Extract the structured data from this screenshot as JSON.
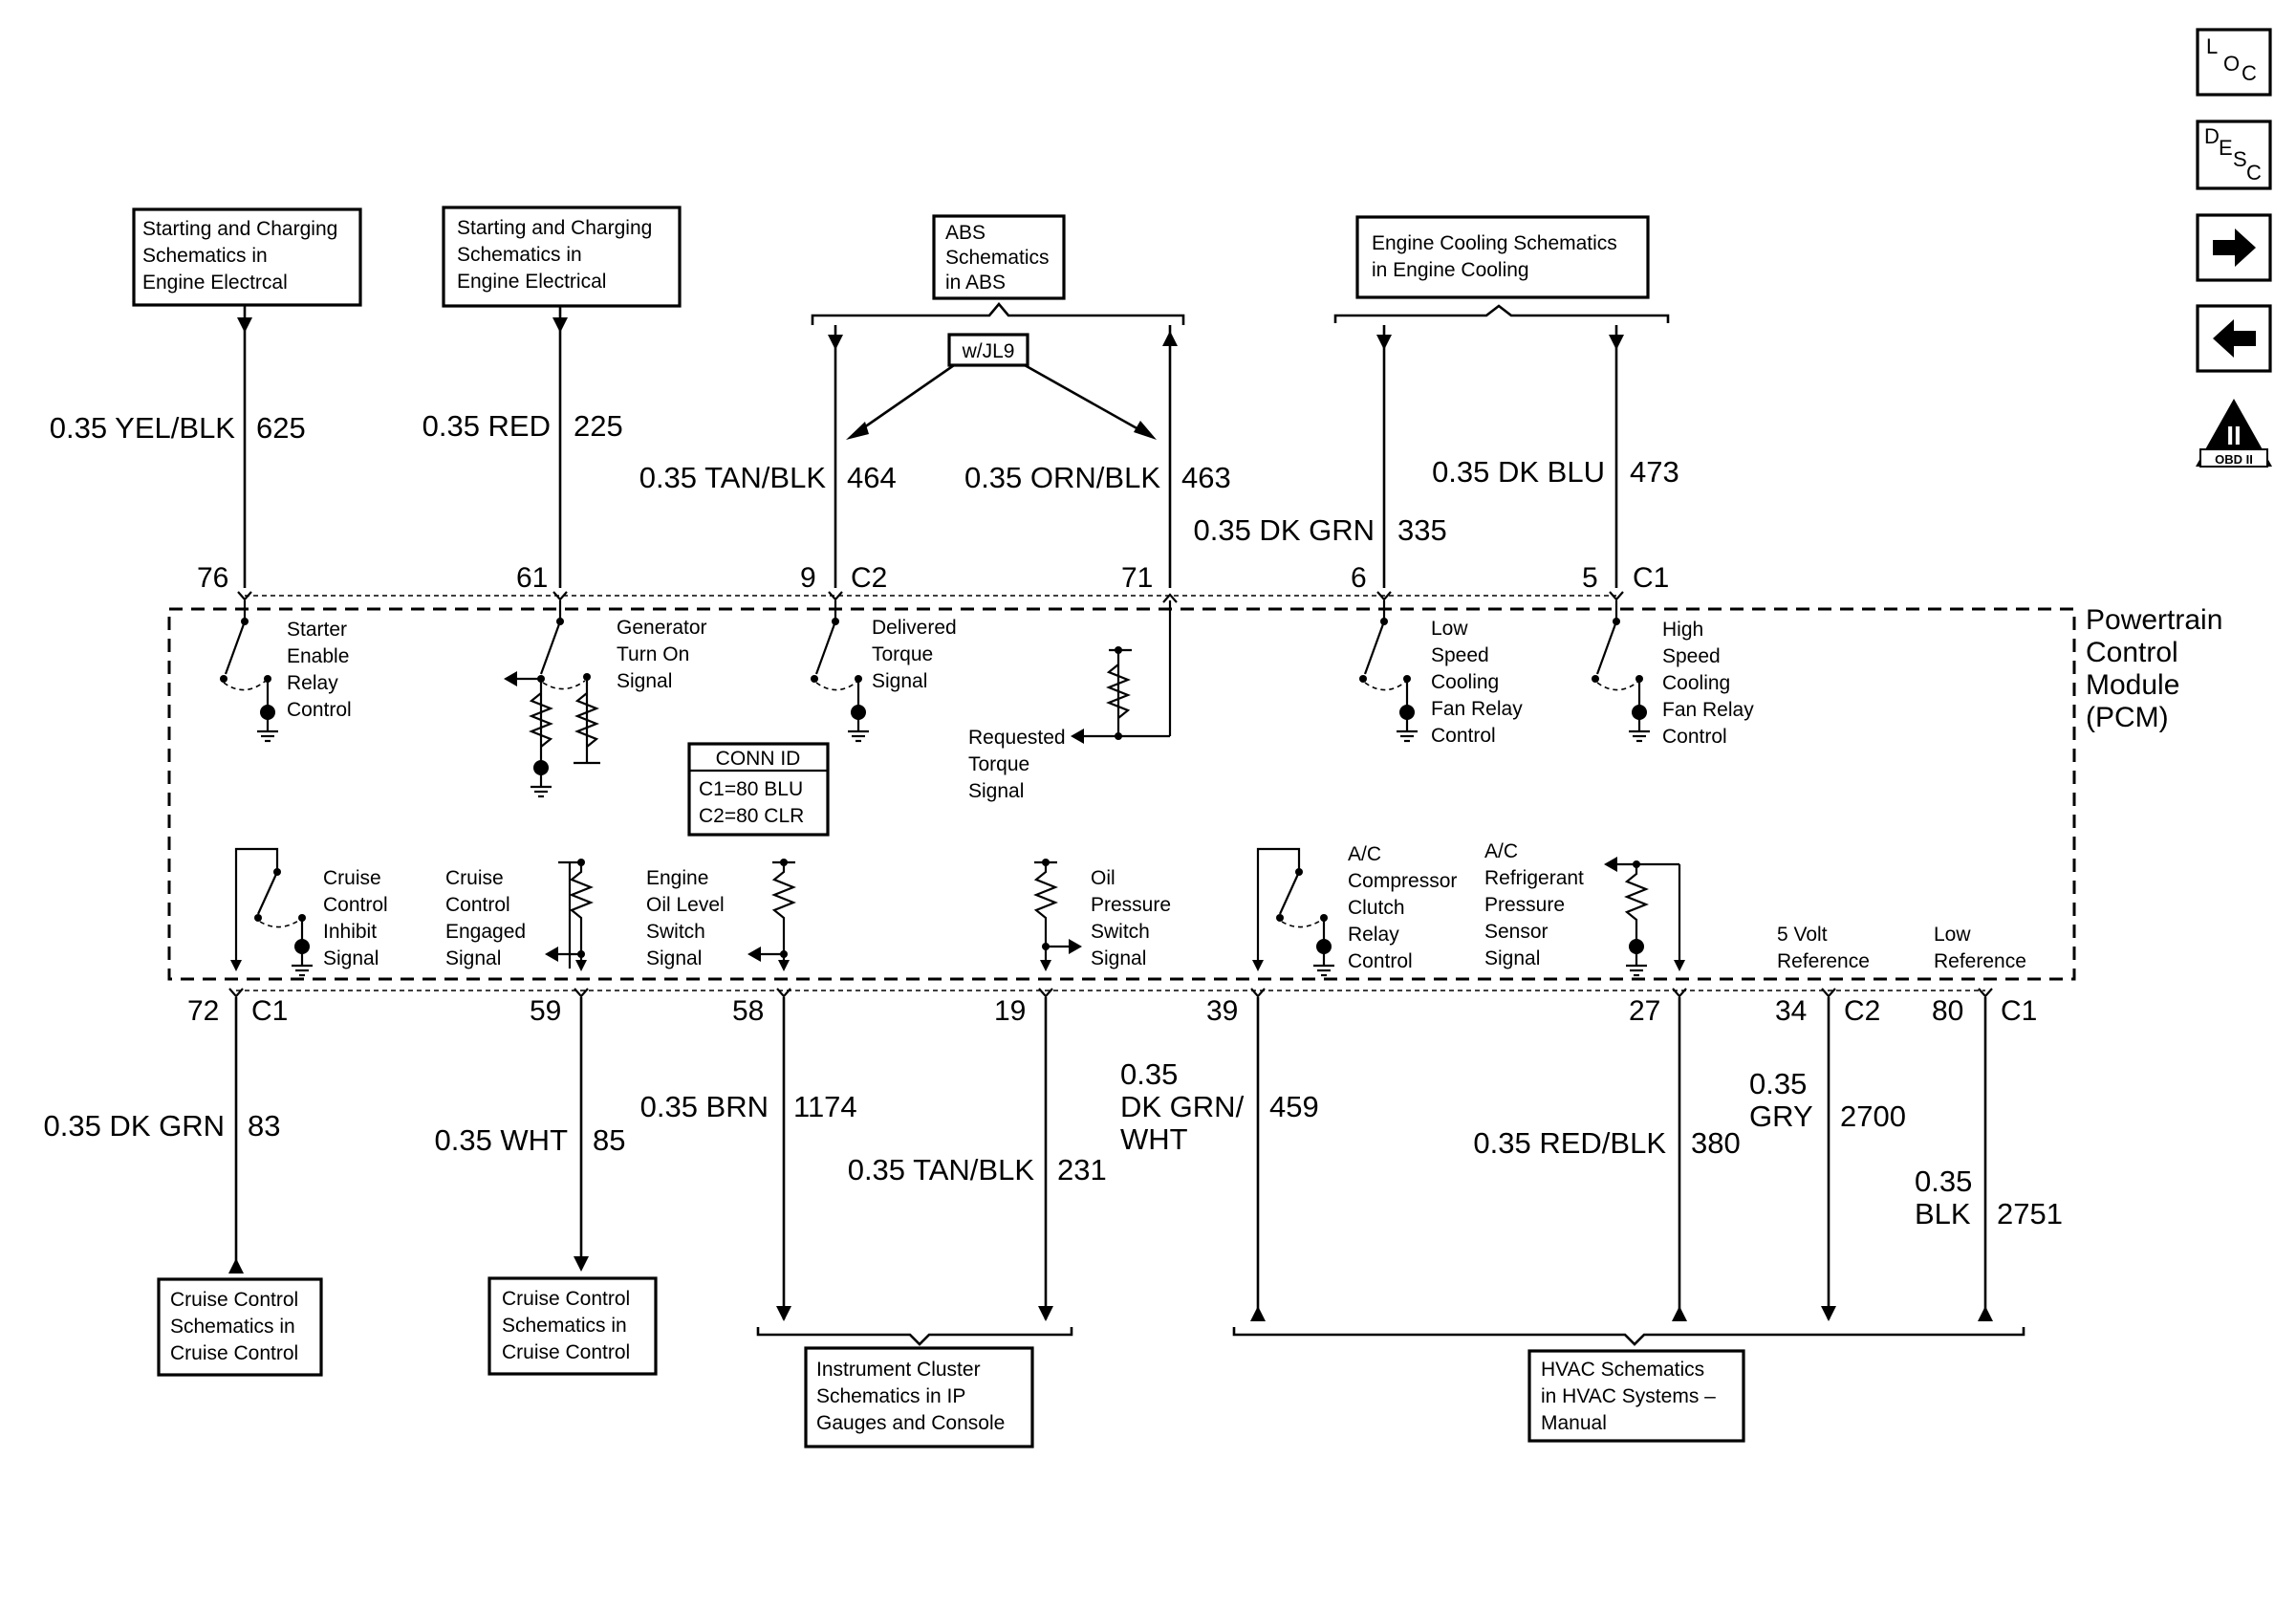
{
  "destination_boxes": {
    "starting_charging_1": [
      "Starting and Charging",
      "Schematics in",
      "Engine Electrcal"
    ],
    "starting_charging_2": [
      "Starting and Charging",
      "Schematics in",
      "Engine Electrical"
    ],
    "abs": [
      "ABS",
      "Schematics",
      "in ABS"
    ],
    "engine_cooling": [
      "Engine Cooling Schematics",
      "in Engine Cooling"
    ],
    "cruise_1": [
      "Cruise Control",
      "Schematics in",
      "Cruise Control"
    ],
    "cruise_2": [
      "Cruise Control",
      "Schematics in",
      "Cruise Control"
    ],
    "instrument_cluster": [
      "Instrument Cluster",
      "Schematics in IP",
      "Gauges and Console"
    ],
    "hvac": [
      "HVAC Schematics",
      "in HVAC Systems –",
      "Manual"
    ]
  },
  "option_tag": "w/JL9",
  "conn_id": {
    "title": "CONN ID",
    "c1": "C1=80 BLU",
    "c2": "C2=80 CLR"
  },
  "module_label": [
    "Powertrain",
    "Control",
    "Module",
    "(PCM)"
  ],
  "nav_icons": {
    "loc": [
      "L",
      "O",
      "C"
    ],
    "desc": [
      "D",
      "E",
      "S",
      "C"
    ],
    "obd": "OBD II",
    "obd_numeral": "II"
  },
  "top_circuits": {
    "starter_enable": {
      "wire": "0.35 YEL/BLK",
      "circuit": "625",
      "pin": "76",
      "label": [
        "Starter",
        "Enable",
        "Relay",
        "Control"
      ]
    },
    "generator_turn_on": {
      "wire": "0.35 RED",
      "circuit": "225",
      "pin": "61",
      "label": [
        "Generator",
        "Turn On",
        "Signal"
      ]
    },
    "delivered_torque": {
      "wire": "0.35 TAN/BLK",
      "circuit": "464",
      "pin": "9",
      "connector": "C2",
      "label": [
        "Delivered",
        "Torque",
        "Signal"
      ]
    },
    "requested_torque": {
      "wire": "0.35 ORN/BLK",
      "circuit": "463",
      "pin": "71",
      "label": [
        "Requested",
        "Torque",
        "Signal"
      ]
    },
    "low_speed_fan": {
      "wire": "0.35 DK GRN",
      "circuit": "335",
      "pin": "6",
      "label": [
        "Low",
        "Speed",
        "Cooling",
        "Fan Relay",
        "Control"
      ]
    },
    "high_speed_fan": {
      "wire": "0.35 DK BLU",
      "circuit": "473",
      "pin": "5",
      "connector": "C1",
      "label": [
        "High",
        "Speed",
        "Cooling",
        "Fan Relay",
        "Control"
      ]
    }
  },
  "bottom_circuits": {
    "cruise_inhibit": {
      "wire": "0.35 DK GRN",
      "circuit": "83",
      "pin": "72",
      "connector": "C1",
      "label": [
        "Cruise",
        "Control",
        "Inhibit",
        "Signal"
      ]
    },
    "cruise_engaged": {
      "wire": "0.35 WHT",
      "circuit": "85",
      "pin": "59",
      "label": [
        "Cruise",
        "Control",
        "Engaged",
        "Signal"
      ]
    },
    "oil_level": {
      "wire": "0.35 BRN",
      "circuit": "1174",
      "pin": "58",
      "label": [
        "Engine",
        "Oil Level",
        "Switch",
        "Signal"
      ]
    },
    "oil_pressure": {
      "wire": "0.35 TAN/BLK",
      "circuit": "231",
      "pin": "19",
      "label": [
        "Oil",
        "Pressure",
        "Switch",
        "Signal"
      ]
    },
    "ac_clutch": {
      "wire": [
        "0.35",
        "DK GRN/",
        "WHT"
      ],
      "circuit": "459",
      "pin": "39",
      "label": [
        "A/C",
        "Compressor",
        "Clutch",
        "Relay",
        "Control"
      ]
    },
    "ac_pressure": {
      "wire": "0.35 RED/BLK",
      "circuit": "380",
      "pin": "27",
      "label": [
        "A/C",
        "Refrigerant",
        "Pressure",
        "Sensor",
        "Signal"
      ]
    },
    "five_volt_ref": {
      "wire": [
        "0.35",
        "GRY"
      ],
      "circuit": "2700",
      "pin": "34",
      "connector": "C2",
      "label": [
        "5 Volt",
        "Reference"
      ]
    },
    "low_ref": {
      "wire": [
        "0.35",
        "BLK"
      ],
      "circuit": "2751",
      "pin": "80",
      "connector": "C1",
      "label": [
        "Low",
        "Reference"
      ]
    }
  }
}
